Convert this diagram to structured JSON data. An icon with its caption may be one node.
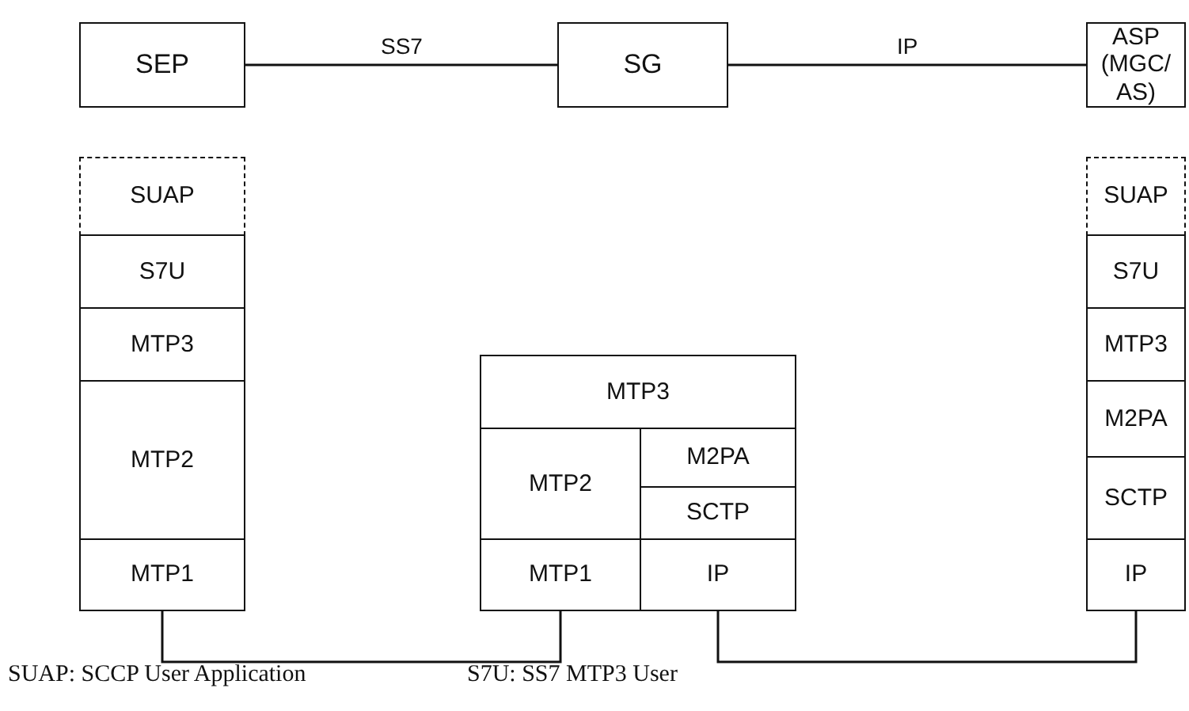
{
  "diagram": {
    "nodes": [
      {
        "text": [
          "SEP"
        ]
      },
      {
        "text": [
          "SG"
        ]
      },
      {
        "text": [
          "ASP (MGC/ AS)"
        ]
      },
      {
        "text": [
          "SUAP"
        ]
      },
      {
        "text": [
          "S7U"
        ]
      },
      {
        "text": [
          "MTP3"
        ]
      },
      {
        "text": [
          "MTP2"
        ]
      },
      {
        "text": [
          "MTP1"
        ]
      },
      {
        "text": [
          "MTP3"
        ]
      },
      {
        "text": [
          "MTP2"
        ]
      },
      {
        "text": [
          "M2PA"
        ]
      },
      {
        "text": [
          "SCTP"
        ]
      },
      {
        "text": [
          "MTP1"
        ]
      },
      {
        "text": [
          "IP"
        ]
      },
      {
        "text": [
          "SUAP"
        ]
      },
      {
        "text": [
          "S7U"
        ]
      },
      {
        "text": [
          "MTP3"
        ]
      },
      {
        "text": [
          "M2PA"
        ]
      },
      {
        "text": [
          "SCTP"
        ]
      },
      {
        "text": [
          "IP"
        ]
      }
    ],
    "edges": [
      {
        "from": 0,
        "to": 1,
        "arrow": "none",
        "label": "SS7"
      },
      {
        "from": 1,
        "to": 2,
        "arrow": "none",
        "label": "IP"
      },
      {
        "from": 7,
        "to": 12,
        "arrow": "none"
      },
      {
        "from": 13,
        "to": 19,
        "arrow": "none"
      }
    ],
    "labels": [
      "SUAP: SCCP User Application",
      "S7U: SS7 MTP3 User"
    ]
  }
}
